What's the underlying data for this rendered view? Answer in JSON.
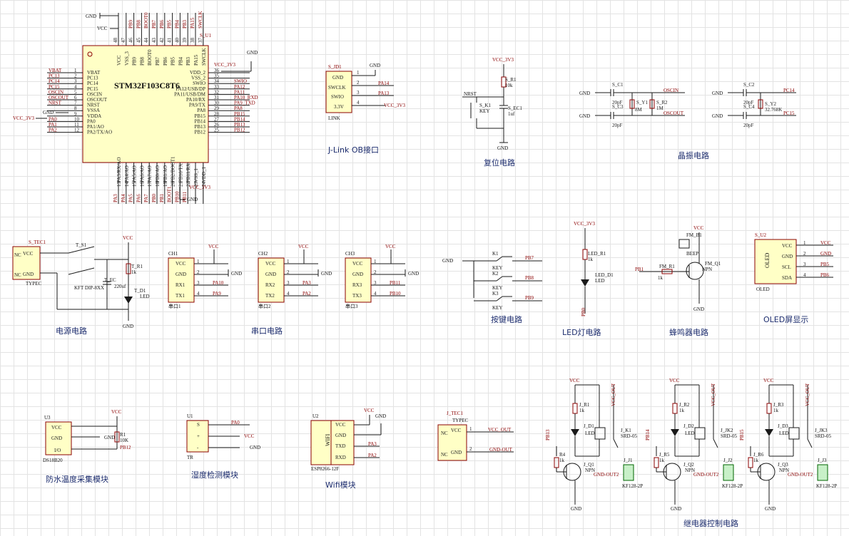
{
  "mcu": {
    "part": "STM32F103C8T6",
    "ref": "S_U1",
    "gnd_label": "GND",
    "vcc_label": "VCC",
    "vcc33_label": "VCC_3V3",
    "left_pins": [
      {
        "no": "1",
        "name": "VBAT",
        "net": "VBAT"
      },
      {
        "no": "2",
        "name": "PC13",
        "net": "PC13"
      },
      {
        "no": "3",
        "name": "PC14",
        "net": "PC14"
      },
      {
        "no": "4",
        "name": "PC15",
        "net": "PC15"
      },
      {
        "no": "5",
        "name": "OSCIN",
        "net": "OSCIN"
      },
      {
        "no": "6",
        "name": "OSCOUT",
        "net": "OSCOUT"
      },
      {
        "no": "7",
        "name": "NRST",
        "net": "NRST"
      },
      {
        "no": "8",
        "name": "VSSA",
        "net": ""
      },
      {
        "no": "9",
        "name": "VDDA",
        "net": ""
      },
      {
        "no": "10",
        "name": "PA0",
        "net": "PA0"
      },
      {
        "no": "11",
        "name": "PA1/AO",
        "net": "PA1"
      },
      {
        "no": "12",
        "name": "PA2/TX/AO",
        "net": "PA2"
      }
    ],
    "right_pins": [
      {
        "no": "36",
        "name": "VDD_2",
        "net": ""
      },
      {
        "no": "35",
        "name": "VSS_2",
        "net": ""
      },
      {
        "no": "34",
        "name": "SWIO",
        "net": "SWIO"
      },
      {
        "no": "33",
        "name": "PA12/USB/DP",
        "net": "PA12"
      },
      {
        "no": "32",
        "name": "PA11/USB/DM",
        "net": "PA11"
      },
      {
        "no": "31",
        "name": "PA10/RX",
        "net": "PA10_RXD"
      },
      {
        "no": "30",
        "name": "PA9/TX",
        "net": "PA9_TXD"
      },
      {
        "no": "29",
        "name": "PA8",
        "net": "PA8"
      },
      {
        "no": "28",
        "name": "PB15",
        "net": "PB15"
      },
      {
        "no": "27",
        "name": "PB14",
        "net": "PB14"
      },
      {
        "no": "26",
        "name": "PB13",
        "net": "PB13"
      },
      {
        "no": "25",
        "name": "PB12",
        "net": "PB12"
      }
    ],
    "top_pins": [
      {
        "no": "48",
        "name": "VCC",
        "net": ""
      },
      {
        "no": "47",
        "name": "VSS_3",
        "net": ""
      },
      {
        "no": "46",
        "name": "PB9",
        "net": "PB9"
      },
      {
        "no": "45",
        "name": "PB8",
        "net": "PB8"
      },
      {
        "no": "44",
        "name": "BOOT0",
        "net": "BOOT0"
      },
      {
        "no": "43",
        "name": "PB7",
        "net": "PB7"
      },
      {
        "no": "42",
        "name": "PB6",
        "net": "PB6"
      },
      {
        "no": "41",
        "name": "PB5",
        "net": "PB5"
      },
      {
        "no": "40",
        "name": "PB4",
        "net": "PB4"
      },
      {
        "no": "39",
        "name": "PB3",
        "net": "PB3"
      },
      {
        "no": "38",
        "name": "PA15",
        "net": "PA15"
      },
      {
        "no": "37",
        "name": "SWCLK",
        "net": "SWCLK"
      }
    ],
    "bottom_pins": [
      {
        "no": "13",
        "name": "PA3/RX/AO",
        "net": "PA3"
      },
      {
        "no": "14",
        "name": "PA4/AO",
        "net": "PA4"
      },
      {
        "no": "15",
        "name": "PA5/AO",
        "net": "PA5"
      },
      {
        "no": "16",
        "name": "PA6/AO",
        "net": "PA6"
      },
      {
        "no": "17",
        "name": "PA7/AO",
        "net": "PA7"
      },
      {
        "no": "18",
        "name": "PB0/AO",
        "net": "PB0"
      },
      {
        "no": "19",
        "name": "PB1/AO",
        "net": "PB1"
      },
      {
        "no": "20",
        "name": "PB2/BOOT1",
        "net": "BOOT1"
      },
      {
        "no": "21",
        "name": "PB10/TX",
        "net": "PB10"
      },
      {
        "no": "22",
        "name": "PB11/RX",
        "net": "PB11"
      },
      {
        "no": "23",
        "name": "VSS_1",
        "net": ""
      },
      {
        "no": "24",
        "name": "VDD_1",
        "net": ""
      }
    ]
  },
  "jlink": {
    "ref": "S_JD1",
    "name": "LINK",
    "pins": [
      "GND",
      "SWCLK",
      "SWIO",
      "3.3V"
    ],
    "pinno": [
      "2",
      "3",
      "4",
      "1"
    ],
    "nets": [
      "PA14",
      "PA13",
      "VCC_3V3"
    ],
    "gnd": "GND"
  },
  "reset": {
    "vcc": "VCC_3V3",
    "r_ref": "S_R1",
    "r_val": "10k",
    "nrst": "NRST",
    "key_ref": "S_K1",
    "key_val": "KEY",
    "c_ref": "S_EC1",
    "c_val": "1uf",
    "gnd": "GND"
  },
  "crystal": {
    "gnd": "GND",
    "left": {
      "c1": "S_C1",
      "c1v": "20pF",
      "c2": "S_C3",
      "c2v": "20pF",
      "y": "S_Y1",
      "yv": "8M",
      "r": "S_R2",
      "rv": "1M",
      "n1": "OSCIN",
      "n2": "OSCOUT"
    },
    "right": {
      "c1": "S_C2",
      "c1v": "20pF",
      "c2": "S_C4",
      "c2v": "20pF",
      "y": "S_Y2",
      "yv": "32.768K",
      "n1": "PC14",
      "n2": "PC15"
    }
  },
  "power": {
    "ref": "S_TEC1",
    "name": "TYPEC",
    "pins": [
      "VCC",
      "GND",
      "NC"
    ],
    "switch_ref": "T_S1",
    "switch_val": "KFT DIP-8XX",
    "vcc": "VCC",
    "r_ref": "T_R1",
    "r_val": "1k",
    "c_ref": "T_EC",
    "c_val": "220uf",
    "led_ref": "T_D1",
    "led_val": "LED",
    "gnd": "GND"
  },
  "serial": [
    {
      "ref": "CH1",
      "name": "串口1",
      "pins": [
        "VCC",
        "GND",
        "RX1",
        "TX1"
      ],
      "nets": [
        "VCC",
        "GND",
        "PA10",
        "PA9"
      ]
    },
    {
      "ref": "CH2",
      "name": "串口2",
      "pins": [
        "VCC",
        "GND",
        "RX2",
        "TX2"
      ],
      "nets": [
        "VCC",
        "GND",
        "PA3",
        "PA2"
      ]
    },
    {
      "ref": "CH3",
      "name": "串口3",
      "pins": [
        "VCC",
        "GND",
        "RX3",
        "TX3"
      ],
      "nets": [
        "VCC",
        "GND",
        "PB11",
        "PB10"
      ]
    }
  ],
  "keys": {
    "gnd": "GND",
    "items": [
      {
        "ref": "K1",
        "val": "KEY",
        "net": "PB7"
      },
      {
        "ref": "K2",
        "val": "KEY",
        "net": "PB8"
      },
      {
        "ref": "K3",
        "val": "KEY",
        "net": "PB9"
      }
    ]
  },
  "led": {
    "vcc": "VCC_3V3",
    "r_ref": "LED_R1",
    "r_val": "1k",
    "d_ref": "LED_D1",
    "d_val": "LED",
    "net": "PB0"
  },
  "buzzer": {
    "vcc": "VCC",
    "b_ref": "FM_B1",
    "b_val": "BEEP",
    "q_ref": "FM_Q1",
    "q_val": "NPN",
    "net": "PB1",
    "r_ref": "FM_R1",
    "r_val": "1k",
    "gnd": "GND"
  },
  "oled": {
    "ref": "S_U2",
    "label": "OLED",
    "name": "OLED",
    "pins": [
      {
        "name": "VCC",
        "no": "1",
        "net": "VCC"
      },
      {
        "name": "GND",
        "no": "2",
        "net": "GND"
      },
      {
        "name": "SCL",
        "no": "3",
        "net": "PB5"
      },
      {
        "name": "SDA",
        "no": "4",
        "net": "PB6"
      }
    ]
  },
  "temp": {
    "ref": "U3",
    "name": "DS18B20",
    "pins": [
      "VCC",
      "GND",
      "I/O"
    ],
    "vcc": "VCC",
    "r_ref": "R1",
    "r_val": "10K",
    "gnd": "GND",
    "net": "PB12"
  },
  "hum": {
    "ref": "U1",
    "name": "TR",
    "pins": [
      "S",
      "+",
      "-"
    ],
    "nets": [
      "PA0",
      "VCC",
      "GND"
    ]
  },
  "wifi": {
    "ref": "U2",
    "label": "WIFI",
    "name": "ESP8266-12F",
    "pins": [
      "VCC",
      "GND",
      "TXD",
      "RXD"
    ],
    "vcc": "VCC",
    "gnd": "GND",
    "nets": [
      "PA3",
      "PA2"
    ]
  },
  "typec2": {
    "ref": "J_TEC1",
    "name": "TYPEC",
    "pins": [
      "VCC",
      "GND",
      "NC"
    ],
    "pinno": [
      "1",
      "2"
    ],
    "nets": [
      "VCC_OUT",
      "GND-OUT"
    ]
  },
  "relays": [
    {
      "r": "J_R1",
      "rv": "1k",
      "d": "J_D1",
      "dv": "LED",
      "k": "J_K1",
      "kv": "SRD-05",
      "rb": "R4",
      "rbv": "1k",
      "q": "J_Q1",
      "qv": "NPN",
      "j": "J_J1",
      "jv": "KF128-2P",
      "net": "PB13",
      "vcc": "VCC",
      "out": "VCC_OUT",
      "gndout": "GND-OUT2",
      "gnd": "GND"
    },
    {
      "r": "J_R2",
      "rv": "1k",
      "d": "J_D2",
      "dv": "LED",
      "k": "J_JK2",
      "kv": "SRD-05",
      "rb": "J_R5",
      "rbv": "1k",
      "q": "J_Q2",
      "qv": "NPN",
      "j": "J_J2",
      "jv": "KF128-2P",
      "net": "PB14",
      "vcc": "VCC",
      "out": "VCC_OUT",
      "gndout": "GND-OUT2",
      "gnd": "GND"
    },
    {
      "r": "J_R3",
      "rv": "1k",
      "d": "J_D3",
      "dv": "LED",
      "k": "J_JK3",
      "kv": "SRD-05",
      "rb": "J_R6",
      "rbv": "1k",
      "q": "J_Q3",
      "qv": "NPN",
      "j": "J_J3",
      "jv": "KF128-2P",
      "net": "PB15",
      "vcc": "VCC",
      "out": "VCC_OUT",
      "gndout": "GND-OUT2",
      "gnd": "GND"
    }
  ],
  "captions": {
    "jlink": "J-Link OB接口",
    "reset": "复位电路",
    "crystal": "晶振电路",
    "power": "电源电路",
    "serial": "串口电路",
    "keys": "按键电路",
    "led": "LED灯电路",
    "buzzer": "蜂鸣器电路",
    "oled": "OLED屏显示",
    "temp": "防水温度采集模块",
    "humidity": "湿度检测模块",
    "wifi": "Wifi模块",
    "relay": "继电器控制电路"
  },
  "colors": {
    "chip_fill": "#ffffc6",
    "chip_outline": "#8b0000",
    "wire": "#1a1a1a",
    "net_label": "#8b0000",
    "caption": "#1d2d6e",
    "terminal": "#c8f0c8"
  }
}
